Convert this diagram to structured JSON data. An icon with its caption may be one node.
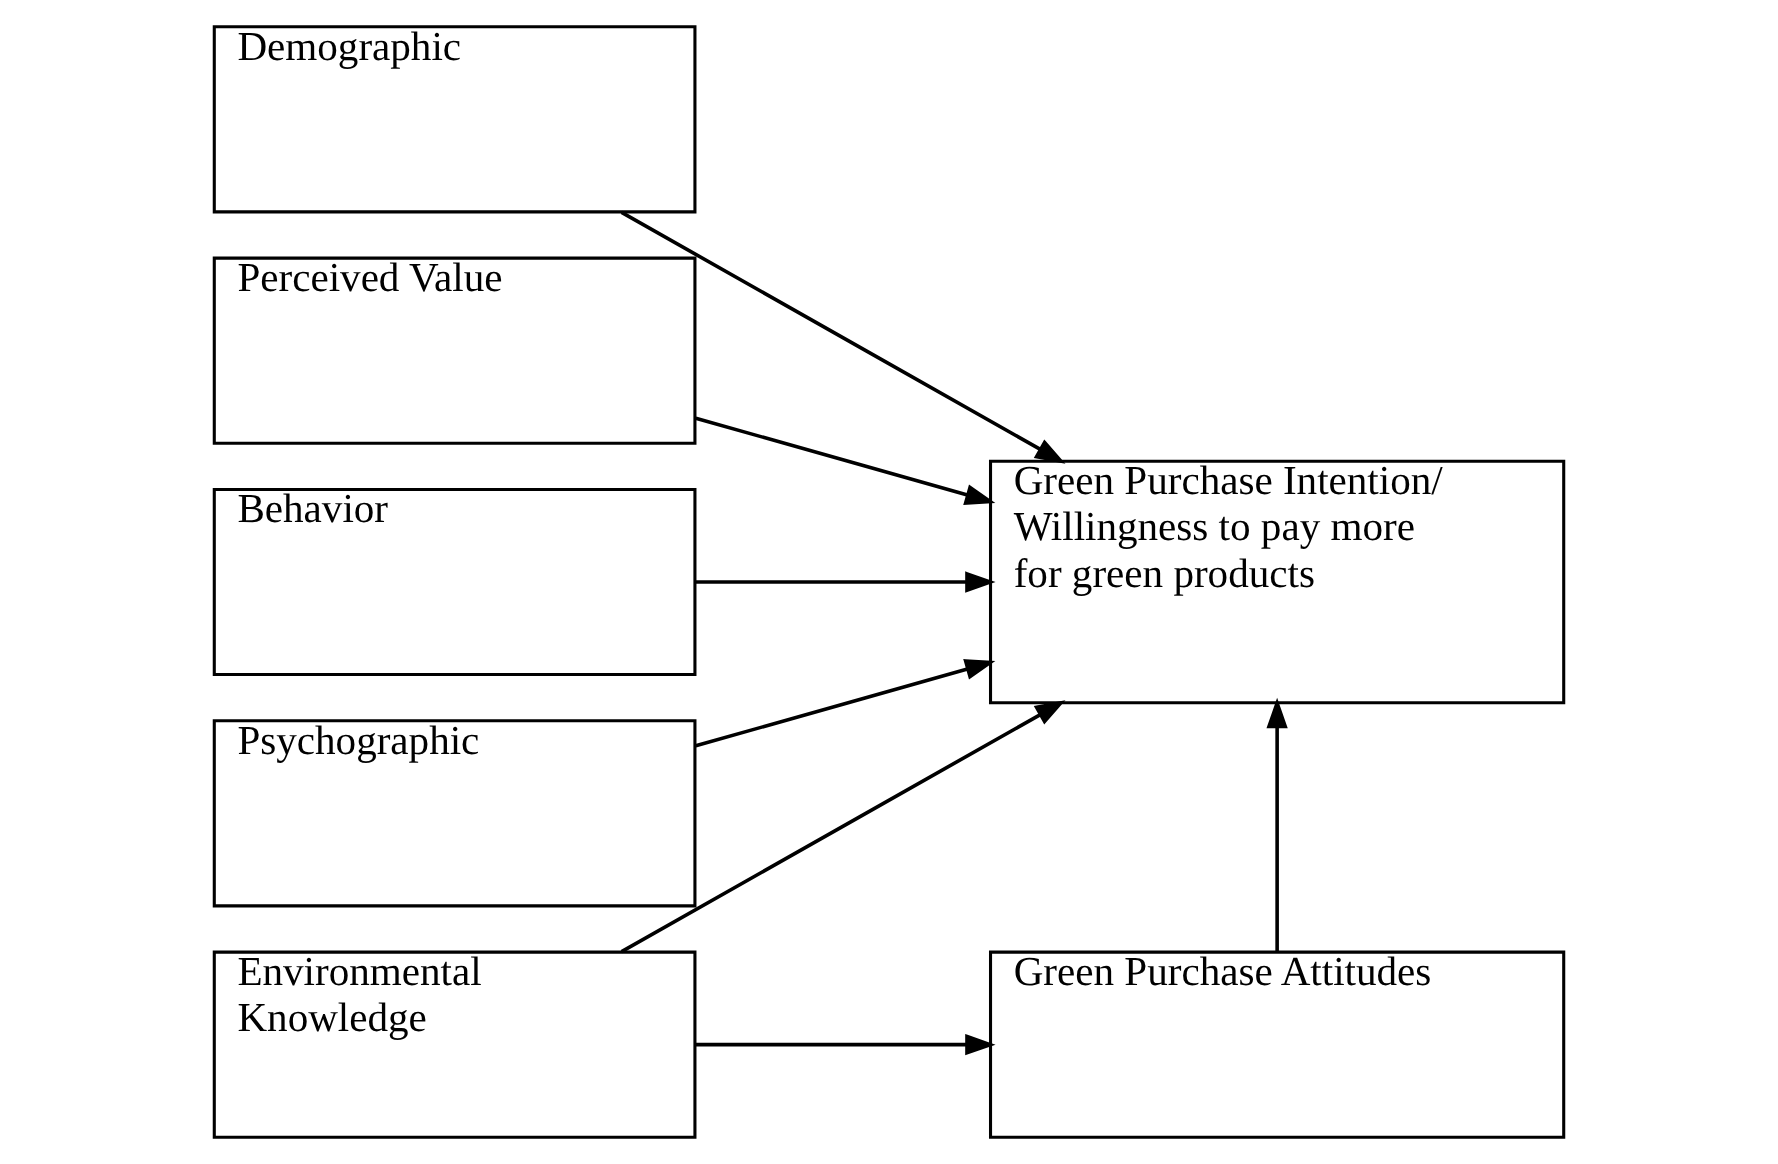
{
  "diagram": {
    "nodes": [
      {
        "text": [
          "Demographic"
        ]
      },
      {
        "text": [
          "Perceived Value"
        ]
      },
      {
        "text": [
          "Behavior"
        ]
      },
      {
        "text": [
          "Psychographic"
        ]
      },
      {
        "text": [
          "Environmental Knowledge"
        ]
      },
      {
        "text": [
          "Green Purchase Intention/ Willingness to pay more for green products"
        ]
      },
      {
        "text": [
          "Green Purchase Attitudes"
        ]
      }
    ],
    "edges": [
      {
        "from": 0,
        "to": 5,
        "arrow": "to"
      },
      {
        "from": 1,
        "to": 5,
        "arrow": "to"
      },
      {
        "from": 2,
        "to": 5,
        "arrow": "to"
      },
      {
        "from": 3,
        "to": 5,
        "arrow": "to"
      },
      {
        "from": 4,
        "to": 5,
        "arrow": "to"
      },
      {
        "from": 4,
        "to": 6,
        "arrow": "to"
      },
      {
        "from": 6,
        "to": 5,
        "arrow": "to"
      }
    ]
  }
}
